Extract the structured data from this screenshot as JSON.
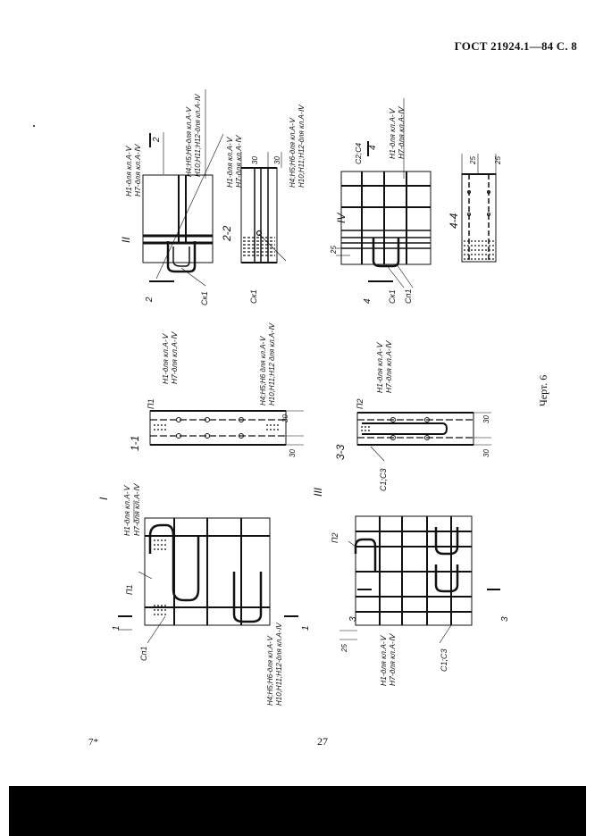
{
  "header": {
    "gost": "ГОСТ 21924.1—84 С. 8"
  },
  "footer": {
    "page_number": "27",
    "footnote_mark": "7*"
  },
  "figure_caption": "Черт. 6",
  "details": {
    "I": {
      "title": "I",
      "label_h1": "Н1-для кл.А-Ⅴ",
      "label_h7": "Н7-для кл.А-Ⅳ",
      "label_h4": "Н4;Н5;Н6-для кл.А-Ⅴ",
      "label_h10": "Н10;Н11;Н12-для кл.А-Ⅳ",
      "label_p1": "П1",
      "label_sp1": "Сп1",
      "cut_mark": "1"
    },
    "II": {
      "title": "II",
      "label_h1": "Н1-для кл.А-Ⅴ",
      "label_h7": "Н7-для кл.А-Ⅳ",
      "label_h4": "Н4;Н5;Н6-для кл.А-Ⅴ",
      "label_h10": "Н10;Н11;Н12-для кл.А-Ⅳ",
      "label_sk1": "Ск1",
      "cut_mark": "2"
    },
    "III": {
      "title": "III",
      "label_h1": "Н1-для кл.А-Ⅴ",
      "label_h7": "Н7-для кл.А-Ⅳ",
      "label_p2": "П2",
      "label_c1c3": "С1;С3",
      "dim_25": "25",
      "cut_mark": "3"
    },
    "IV": {
      "title": "IV",
      "label_h1": "Н1-для кл.А-Ⅴ",
      "label_h7": "Н7-для кл.А-Ⅳ",
      "label_c2c4": "С2;С4",
      "label_sk1": "Ск1",
      "label_sp1": "Сп1",
      "dim_25": "25",
      "cut_mark": "4"
    }
  },
  "sections": {
    "s11": {
      "title": "1-1",
      "label_p1": "П1",
      "label_h1": "Н1-для кл.А-Ⅴ",
      "label_h7": "Н7-для кл.А-Ⅳ",
      "label_h4": "Н4;Н5;Н6 для кл.А-Ⅴ",
      "label_h10": "Н10;Н11;Н12 для кл.А-Ⅳ",
      "dim_30a": "30",
      "dim_30b": "30"
    },
    "s22": {
      "title": "2-2",
      "label_h1": "Н1-для кл.А-Ⅴ",
      "label_h7": "Н7-для кл.А-Ⅳ",
      "label_h4": "Н4;Н5;Н6-для кл.А-Ⅴ",
      "label_h10": "Н10;Н11;Н12-для кл.А-Ⅳ",
      "label_sk1": "Ск1",
      "dim_30a": "30",
      "dim_30b": "30"
    },
    "s33": {
      "title": "3-3",
      "label_p2": "П2",
      "label_h1": "Н1-для кл.А-Ⅴ",
      "label_h7": "Н7-для кл.А-Ⅳ",
      "label_c1c3": "С1;С3",
      "dim_30a": "30",
      "dim_30b": "30"
    },
    "s44": {
      "title": "4-4",
      "dim_25a": "25",
      "dim_25b": "25"
    }
  }
}
